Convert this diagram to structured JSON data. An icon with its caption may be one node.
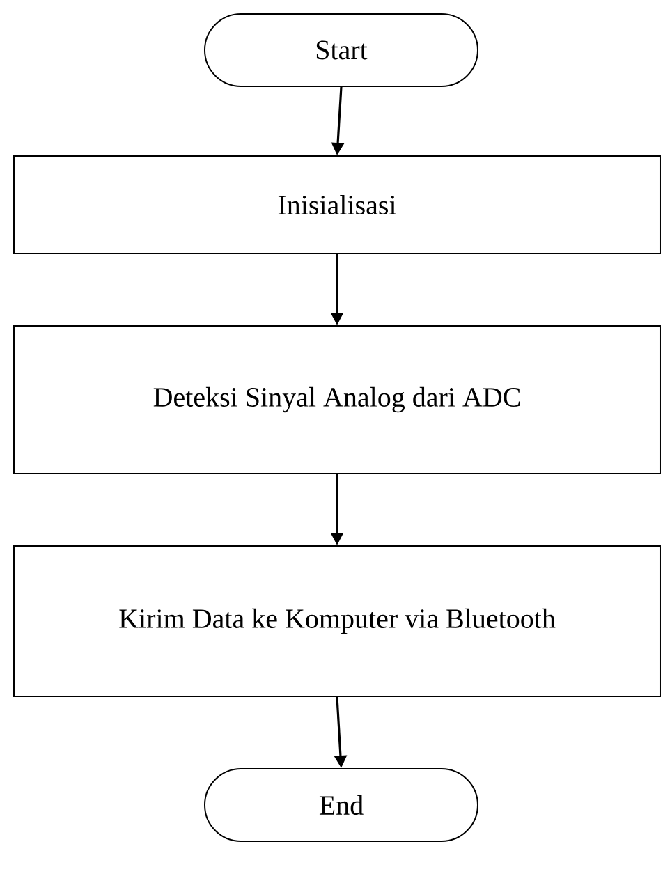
{
  "diagram": {
    "nodes": [
      {
        "text": [
          "Start"
        ]
      },
      {
        "text": [
          "Inisialisasi"
        ]
      },
      {
        "text": [
          "Deteksi Sinyal Analog dari ADC"
        ]
      },
      {
        "text": [
          "Kirim Data ke Komputer via Bluetooth"
        ]
      },
      {
        "text": [
          "End"
        ]
      }
    ],
    "edges": [
      {
        "from": 0,
        "to": 1,
        "arrow": "to"
      },
      {
        "from": 1,
        "to": 2,
        "arrow": "to"
      },
      {
        "from": 2,
        "to": 3,
        "arrow": "to"
      },
      {
        "from": 3,
        "to": 4,
        "arrow": "to"
      }
    ]
  }
}
